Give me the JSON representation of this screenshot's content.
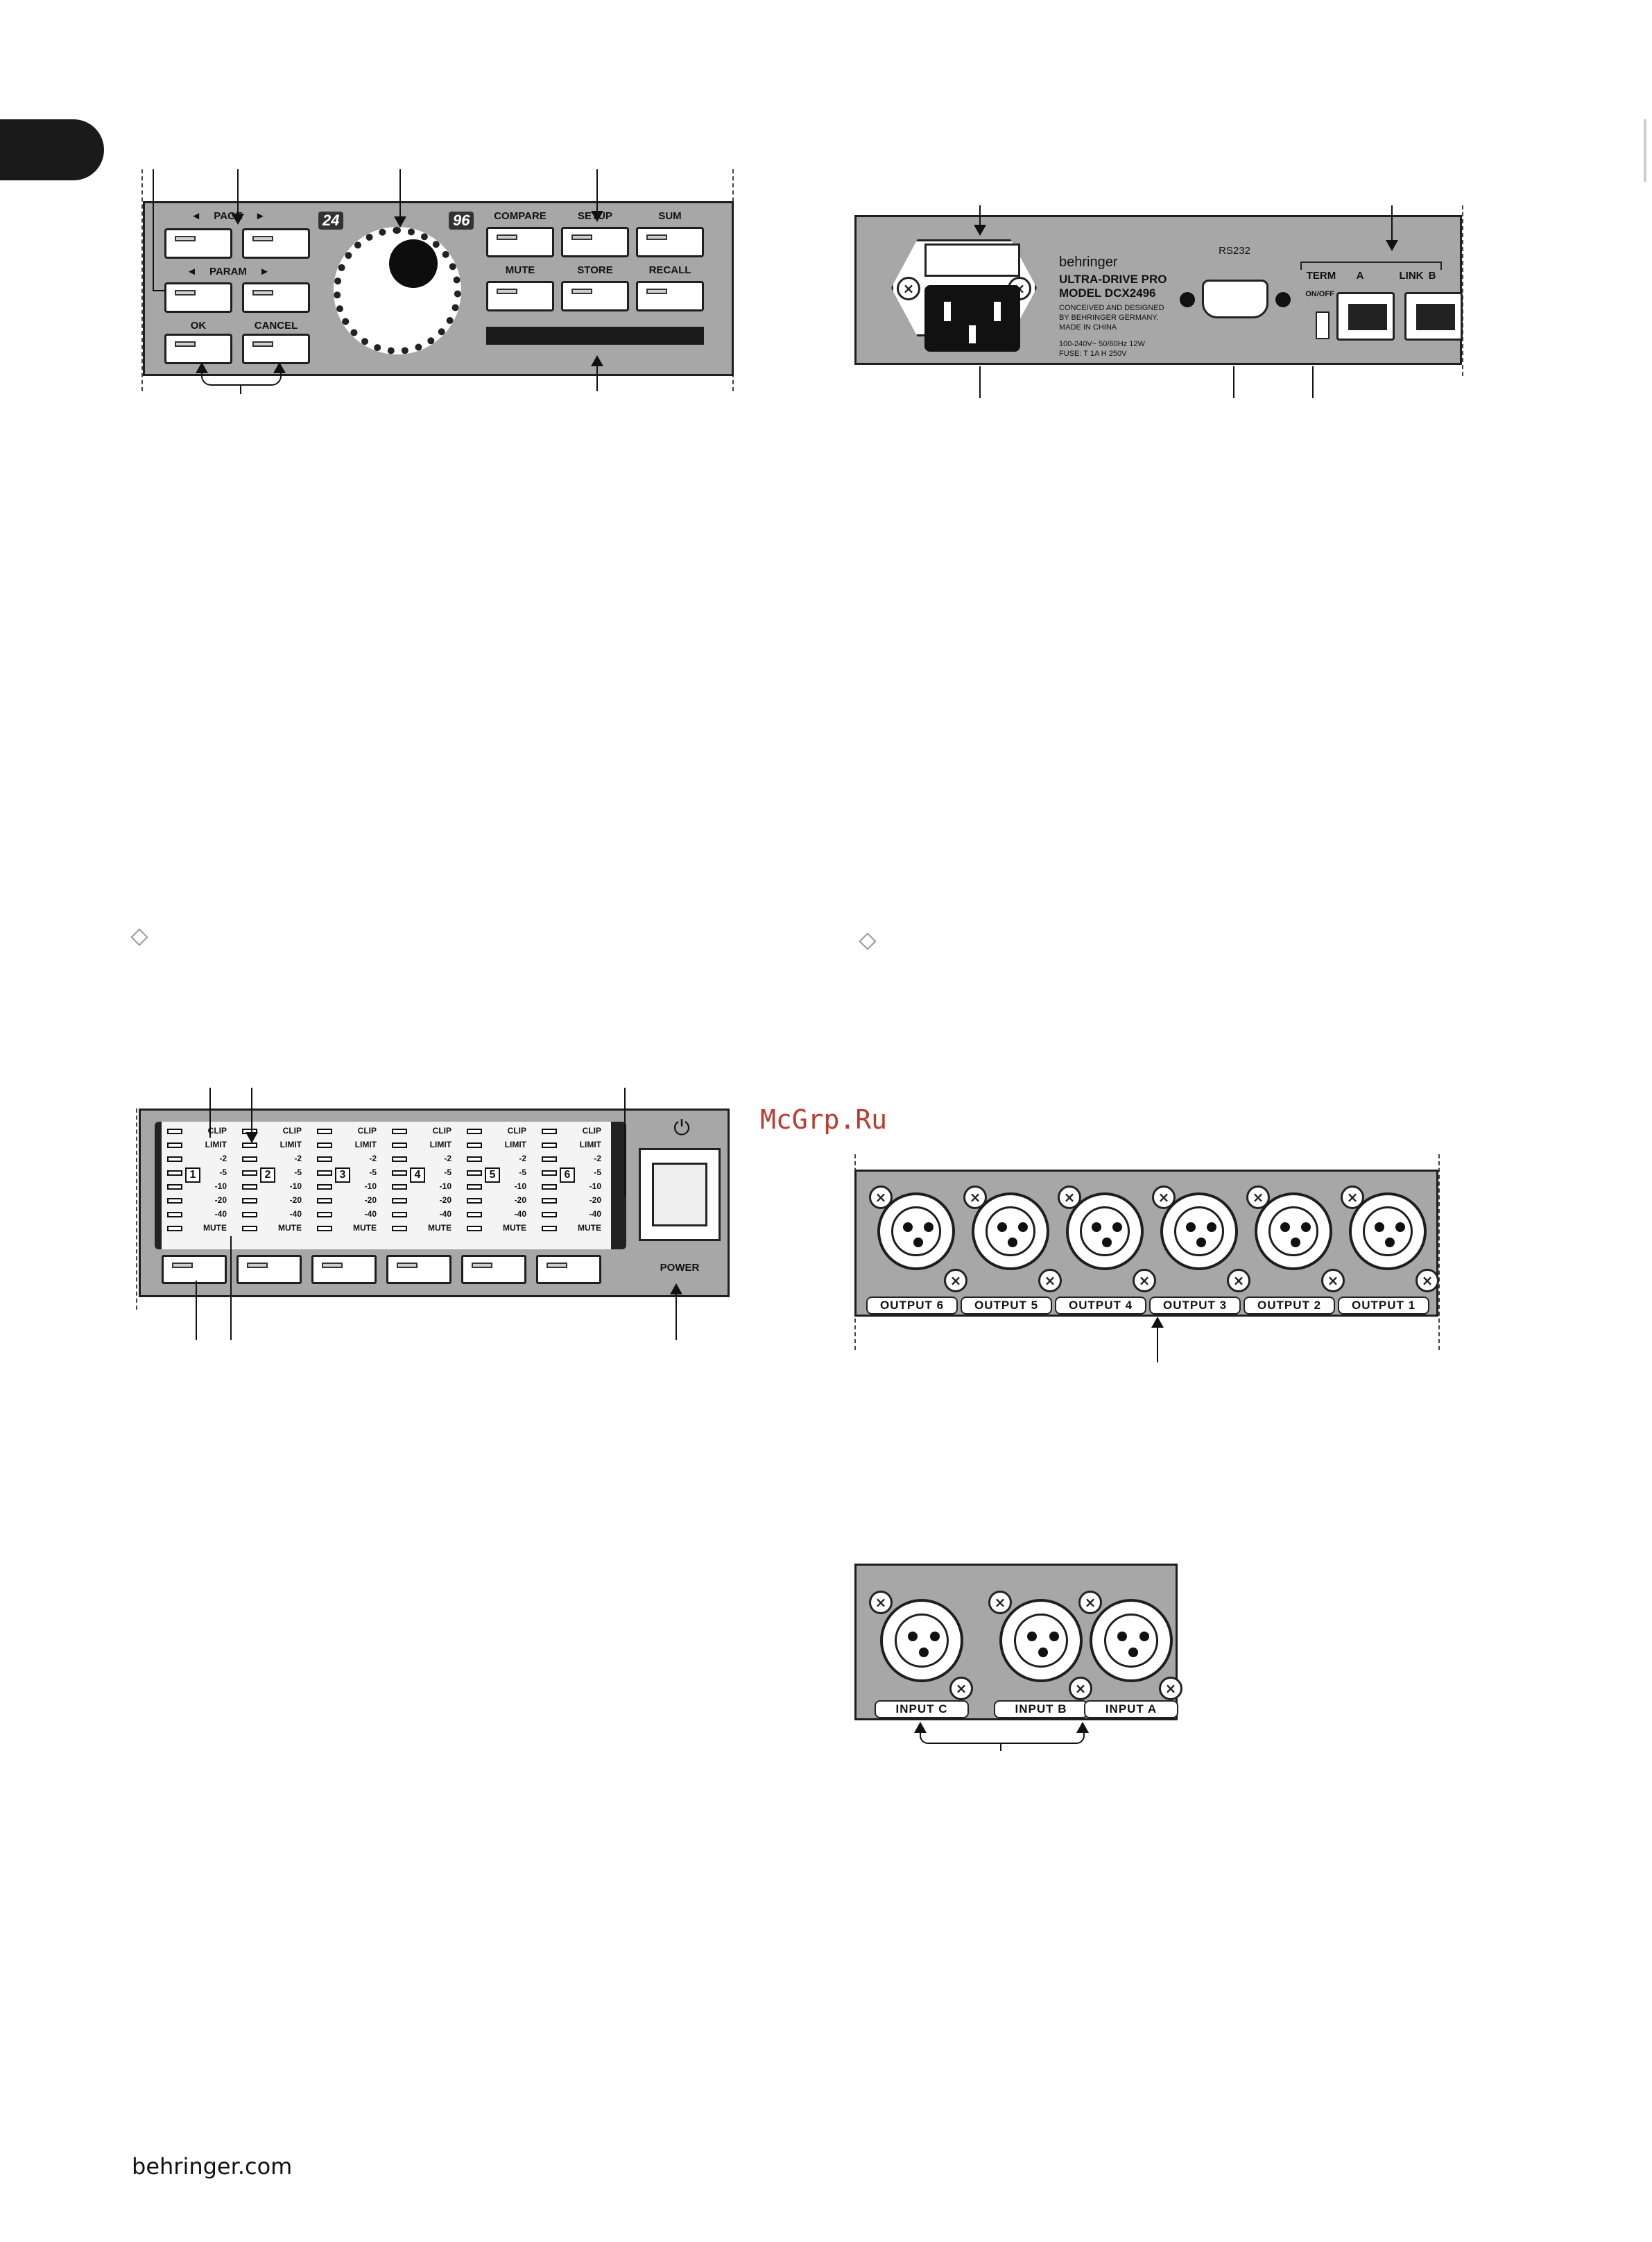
{
  "front_panel": {
    "page_label": "PAGE",
    "param_label": "PARAM",
    "ok_label": "OK",
    "cancel_label": "CANCEL",
    "badge_24": "24",
    "badge_96": "96",
    "compare_label": "COMPARE",
    "setup_label": "SETUP",
    "sum_label": "SUM",
    "mute_label": "MUTE",
    "store_label": "STORE",
    "recall_label": "RECALL",
    "left_arrow": "◄",
    "right_arrow": "►"
  },
  "rear_panel": {
    "brand": "behringer",
    "model_line1": "ULTRA-DRIVE PRO",
    "model_line2": "MODEL DCX2496",
    "info": [
      "CONCEIVED AND DESIGNED",
      "BY BEHRINGER GERMANY.",
      "MADE IN CHINA"
    ],
    "power_spec": "100-240V~ 50/60Hz 12W",
    "fuse_spec": "FUSE: T 1A H 250V",
    "rs232_label": "RS232",
    "term_label": "TERM",
    "on_off_label": "ON/OFF",
    "link_label": "LINK",
    "link_a": "A",
    "link_b": "B"
  },
  "meters": {
    "rows": [
      "CLIP",
      "LIMIT",
      "-2",
      "-5",
      "-10",
      "-20",
      "-40",
      "MUTE"
    ],
    "channels": [
      "1",
      "2",
      "3",
      "4",
      "5",
      "6"
    ],
    "power_label": "POWER",
    "power_icon": "power-icon"
  },
  "outputs": [
    "OUTPUT 6",
    "OUTPUT 5",
    "OUTPUT 4",
    "OUTPUT 3",
    "OUTPUT 2",
    "OUTPUT 1"
  ],
  "inputs": [
    "INPUT C",
    "INPUT B",
    "INPUT A"
  ],
  "watermark": "McGrp.Ru",
  "footer": "behringer.com",
  "colors": {
    "panel": "#a7a7a7",
    "watermark": "#c0392b"
  }
}
